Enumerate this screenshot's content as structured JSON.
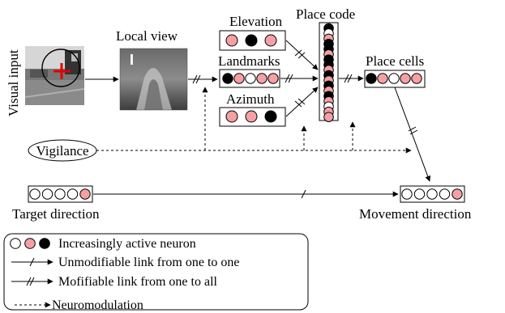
{
  "labels": {
    "visual_input": "Visual input",
    "local_view": "Local view",
    "elevation": "Elevation",
    "landmarks": "Landmarks",
    "azimuth": "Azimuth",
    "place_code": "Place code",
    "place_cells": "Place cells",
    "vigilance": "Vigilance",
    "target_direction": "Target direction",
    "movement_direction": "Movement direction"
  },
  "legend": {
    "neuron_activity": "Increasingly active neuron",
    "one_to_one": "Unmodifiable link from one to one",
    "one_to_all": "Mofifiable link from one to all",
    "neuromodulation": "Neuromodulation"
  },
  "colors": {
    "inactive": "#ffffff",
    "medium": "#f4a0a4",
    "active": "#000000",
    "line": "#000000"
  },
  "neuron_groups": {
    "elevation": [
      "medium",
      "active",
      "medium"
    ],
    "landmarks": [
      "active",
      "medium",
      "inactive",
      "medium",
      "medium"
    ],
    "azimuth": [
      "medium",
      "medium",
      "active"
    ],
    "place_code": [
      "active",
      "inactive",
      "medium",
      "active",
      "active",
      "medium",
      "active",
      "active",
      "medium",
      "active",
      "medium",
      "active",
      "medium",
      "active",
      "medium",
      "inactive",
      "medium",
      "medium"
    ],
    "place_cells": [
      "active",
      "medium",
      "inactive",
      "medium",
      "medium"
    ],
    "target_direction": [
      "inactive",
      "inactive",
      "inactive",
      "inactive",
      "medium"
    ],
    "movement_direction": [
      "inactive",
      "inactive",
      "inactive",
      "inactive",
      "medium"
    ],
    "legend_neurons": [
      "inactive",
      "medium",
      "active"
    ]
  }
}
